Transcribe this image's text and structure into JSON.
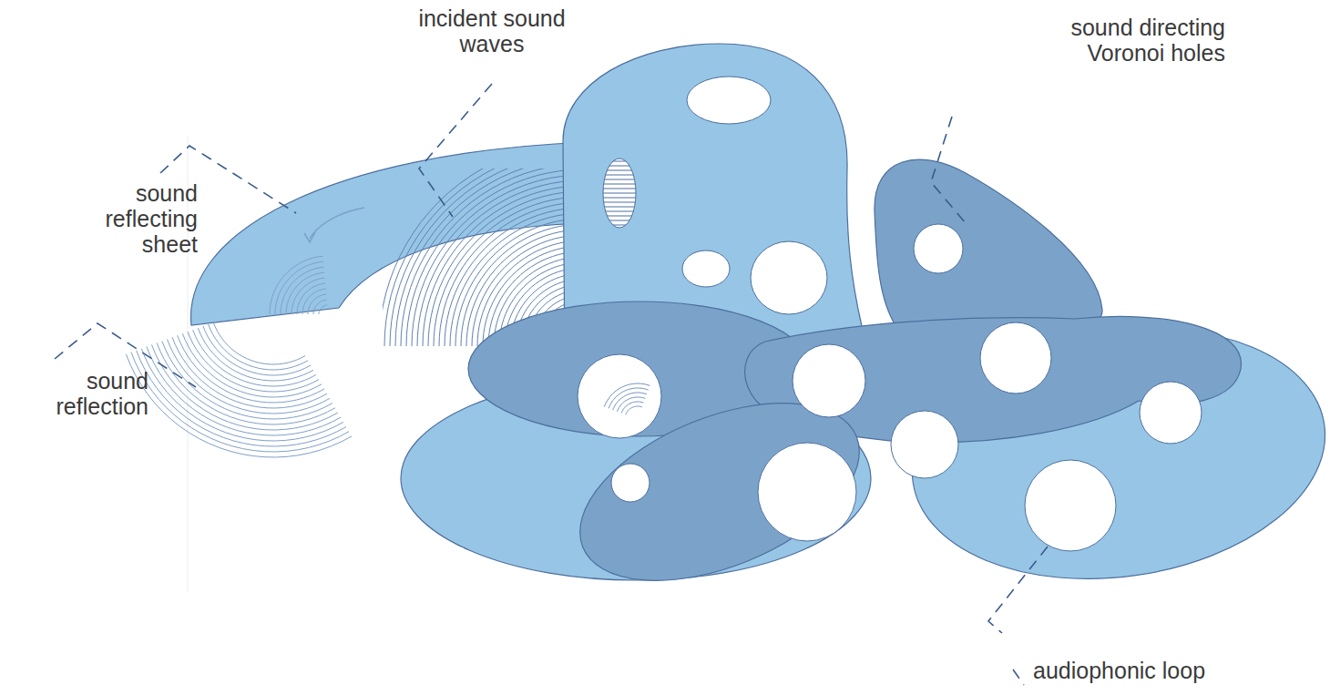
{
  "diagram": {
    "labels": [
      "incident sound waves",
      "sound reflecting sheet",
      "sound reflection",
      "sound directing Voronoi holes",
      "audiophonic loop"
    ]
  }
}
